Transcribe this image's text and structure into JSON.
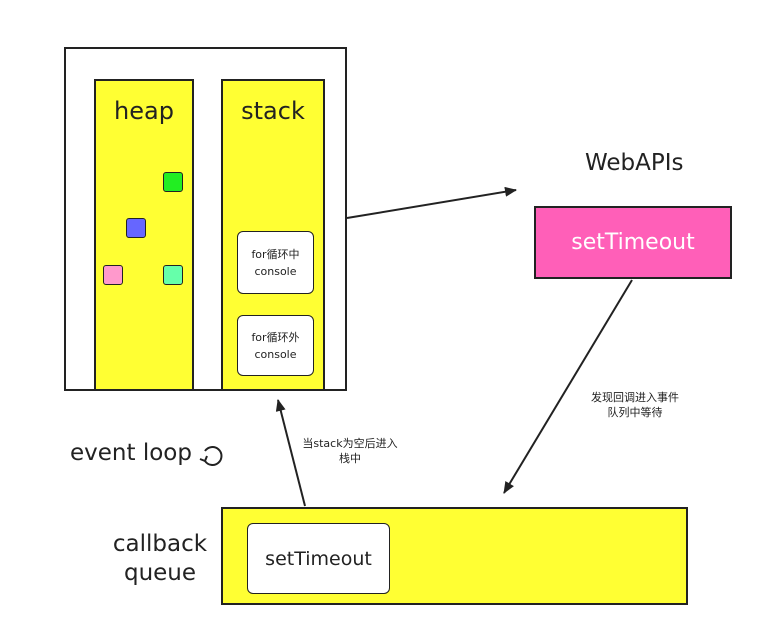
{
  "heap": {
    "title": "heap"
  },
  "stack": {
    "title": "stack",
    "frames": [
      {
        "line1": "for循环中",
        "line2": "console"
      },
      {
        "line1": "for循环外",
        "line2": "console"
      }
    ]
  },
  "heap_objects": [
    {
      "color": "#22ee22"
    },
    {
      "color": "#6666ff"
    },
    {
      "color": "#ff99cc"
    },
    {
      "color": "#66ffaa"
    }
  ],
  "webapis": {
    "title": "WebAPIs",
    "item": "setTimeout"
  },
  "notes": {
    "to_queue_line1": "发现回调进入事件",
    "to_queue_line2": "队列中等待",
    "to_stack_line1": "当stack为空后进入",
    "to_stack_line2": "栈中"
  },
  "event_loop": {
    "label": "event loop",
    "icon": "refresh-icon"
  },
  "callback_queue": {
    "label_line1": "callback",
    "label_line2": "queue",
    "item": "setTimeout"
  },
  "colors": {
    "yellow": "#ffff33",
    "pink": "#ff5fb8",
    "border": "#222222"
  }
}
